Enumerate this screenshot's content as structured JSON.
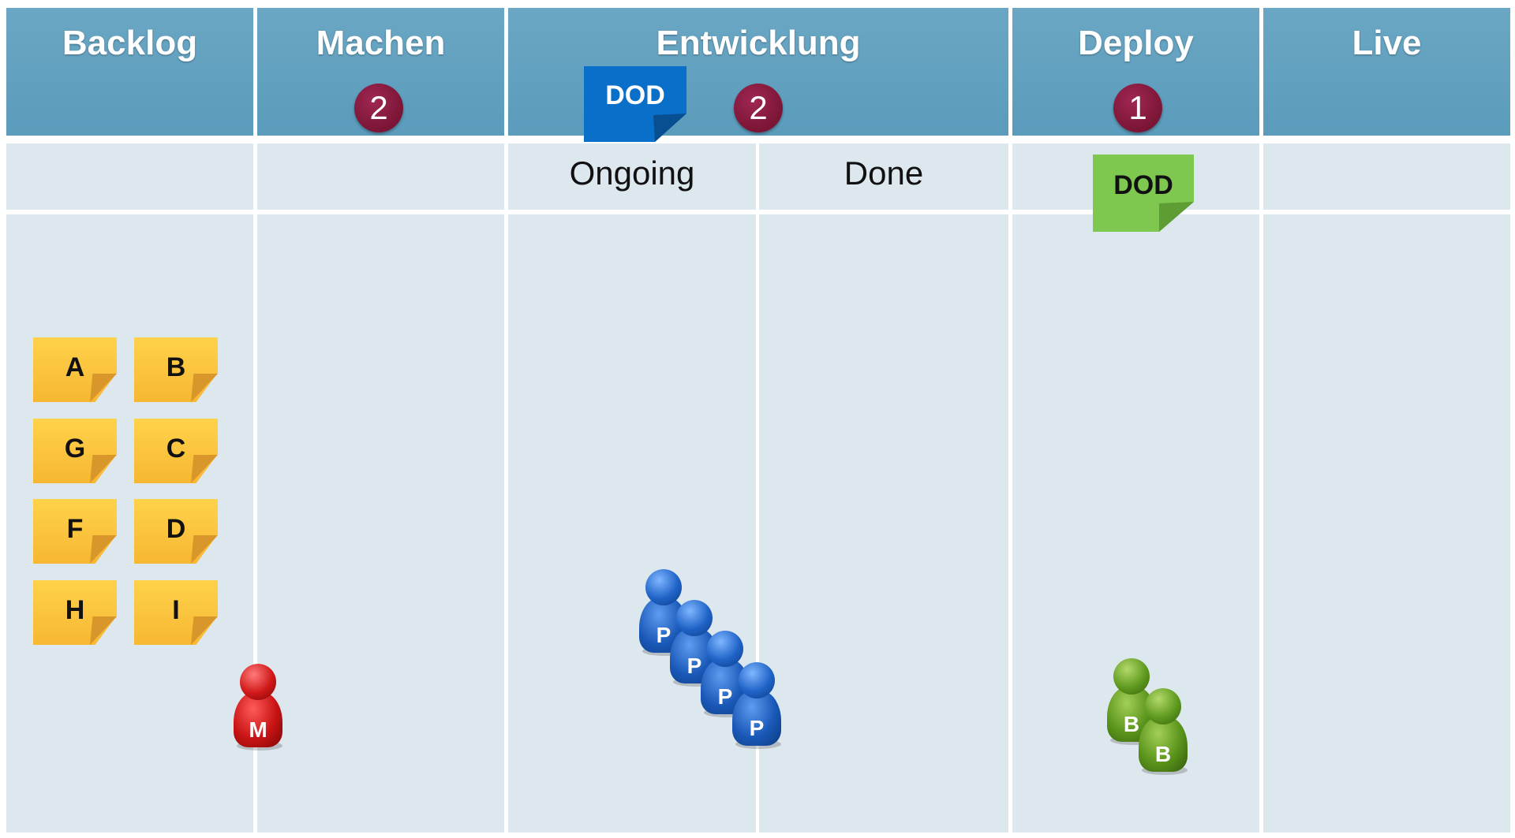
{
  "columns": [
    {
      "title": "Backlog",
      "wip": ""
    },
    {
      "title": "Machen",
      "wip": "2"
    },
    {
      "title": "Entwicklung",
      "wip": "2"
    },
    {
      "title": "Deploy",
      "wip": "1"
    },
    {
      "title": "Live",
      "wip": ""
    }
  ],
  "subcolumns": {
    "ongoing": "Ongoing",
    "done": "Done"
  },
  "dod_tags": [
    {
      "label": "DOD",
      "color": "#0a6fc9"
    },
    {
      "label": "DOD",
      "color": "#7ec850"
    }
  ],
  "backlog_cards": [
    "A",
    "B",
    "G",
    "C",
    "F",
    "D",
    "H",
    "I"
  ],
  "pawns": {
    "marketing": {
      "label": "M",
      "color": "#cc1a1a"
    },
    "developers": {
      "label": "P",
      "count": 4,
      "color": "#1a5fc0"
    },
    "business": {
      "label": "B",
      "count": 2,
      "color": "#5a9a1d"
    }
  },
  "colors": {
    "header": "#5f9fbf",
    "lane": "#dde7ee",
    "wip_badge": "#7e1838",
    "note": "#f9c33c"
  }
}
